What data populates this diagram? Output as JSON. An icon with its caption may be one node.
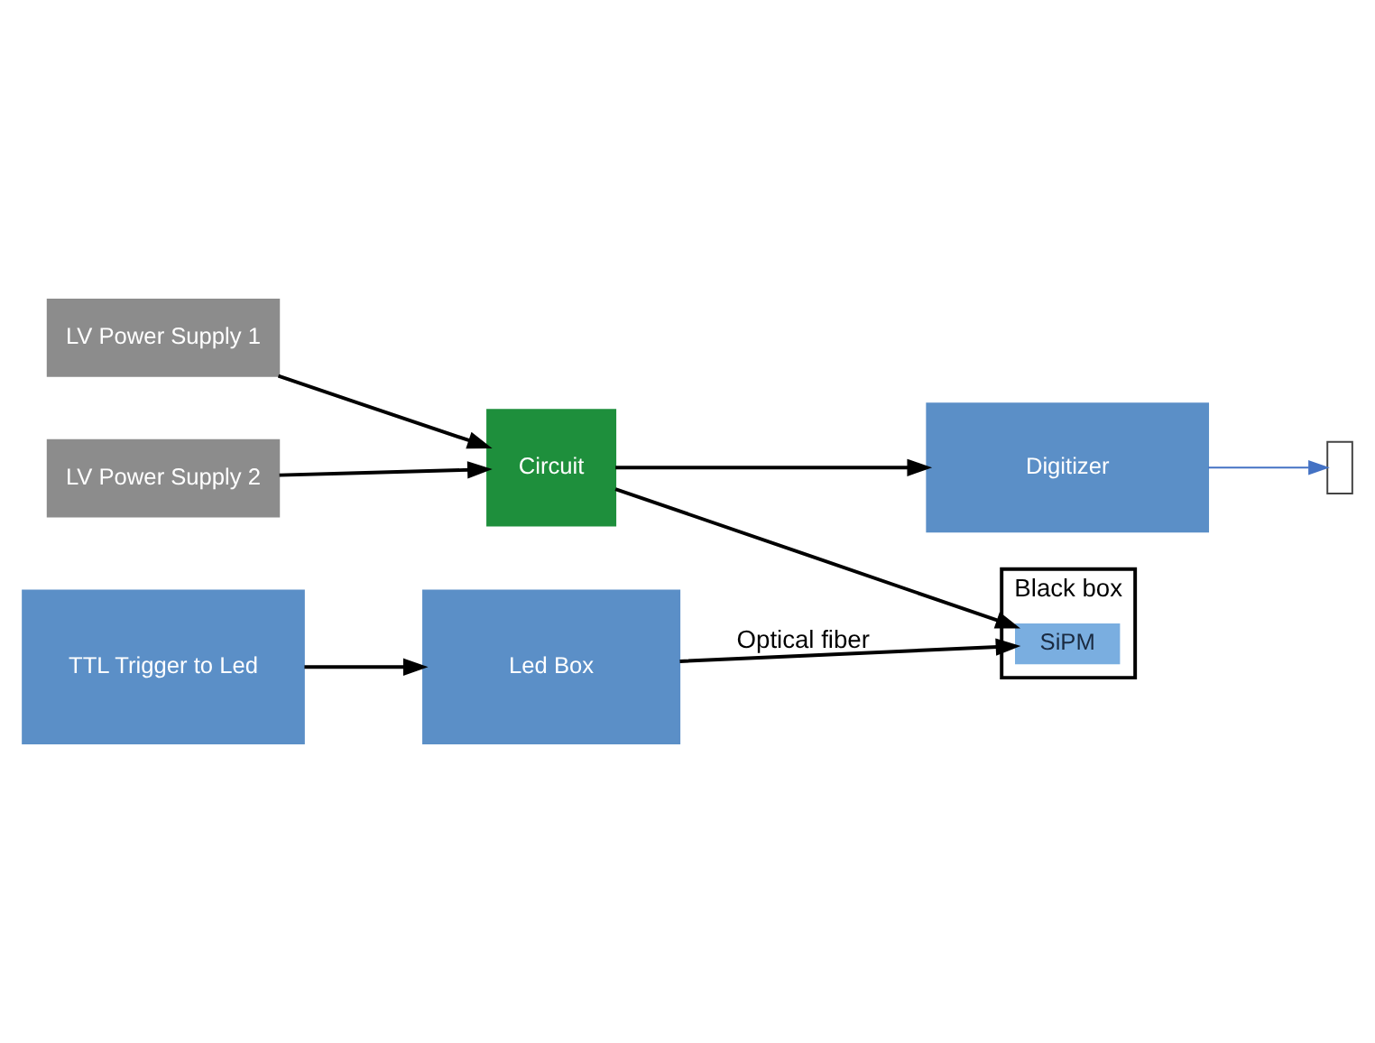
{
  "diagram": {
    "nodes": [
      {
        "text": [
          "Led Box"
        ]
      },
      {
        "text": [
          "Black box"
        ]
      },
      {
        "text": [
          "SiPM"
        ],
        "in": 1
      },
      {
        "text": [
          "Circuit"
        ]
      },
      {
        "text": [
          "Digitizer"
        ]
      },
      {
        "text": [
          "LV Power Supply 1"
        ]
      },
      {
        "text": [
          "LV Power Supply 2"
        ]
      },
      {
        "text": [
          "TTL Trigger to Led"
        ]
      },
      {
        "text": [],
        "shape": "box"
      }
    ],
    "edges": [
      {
        "from": 7,
        "to": 0,
        "arrow": "to"
      },
      {
        "from": 0,
        "to": 2,
        "arrow": "to",
        "label": "Optical fiber"
      },
      {
        "from": 3,
        "to": 2,
        "arrow": "to"
      },
      {
        "from": 3,
        "to": 4,
        "arrow": "to"
      },
      {
        "from": 5,
        "to": 3,
        "arrow": "to"
      },
      {
        "from": 6,
        "to": 3,
        "arrow": "to"
      },
      {
        "from": 4,
        "to": 8,
        "arrow": "to",
        "color": "#4472c4"
      }
    ]
  }
}
